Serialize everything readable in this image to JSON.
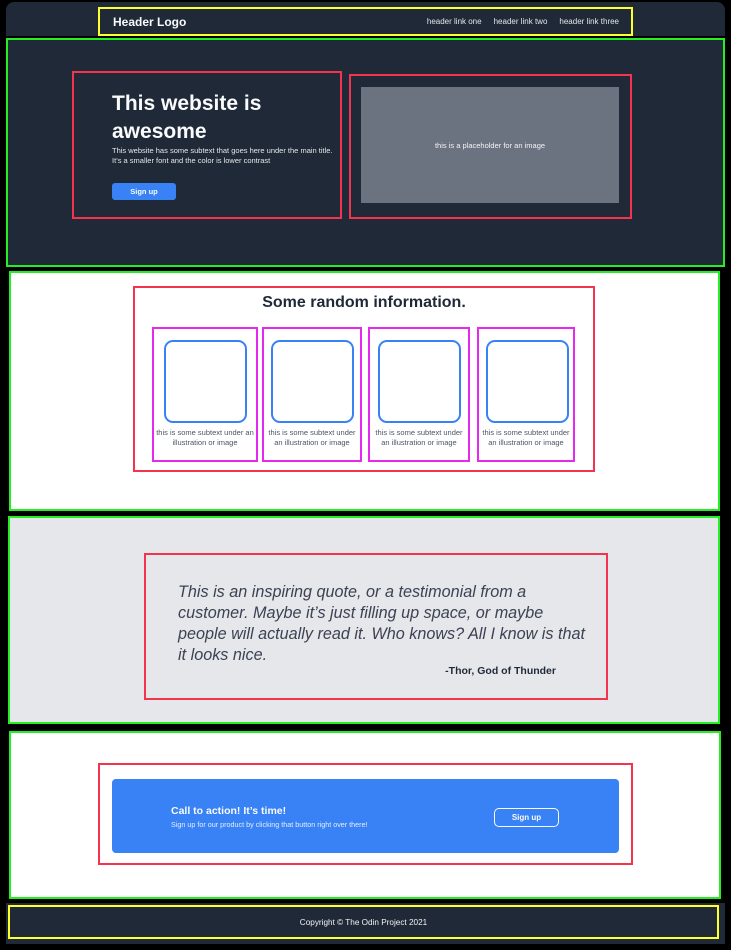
{
  "header": {
    "logo": "Header Logo",
    "links": [
      "header link one",
      "header link two",
      "header link three"
    ]
  },
  "hero": {
    "title": "This website is awesome",
    "subtitle": "This website has some subtext that goes here under the main title.  It’s a smaller font and the color is lower contrast",
    "signup_label": "Sign up",
    "image_placeholder": "this is a placeholder for an image"
  },
  "info": {
    "title": "Some random information.",
    "cards": [
      {
        "text": "this is some subtext under an illustration or image"
      },
      {
        "text": "this is some subtext under an illustration or image"
      },
      {
        "text": "this is some subtext under an illustration or image"
      },
      {
        "text": "this is some subtext under an illustration or image"
      }
    ]
  },
  "quote": {
    "text": "This is an inspiring quote, or a testimonial from a customer.  Maybe it’s just filling up space, or maybe people will actually read it. Who knows?  All I know is that it looks nice.",
    "author": "-Thor, God of Thunder"
  },
  "cta": {
    "title": "Call to action! It’s time!",
    "subtitle": "Sign up for our product by clicking that button right over there!",
    "signup_label": "Sign up"
  },
  "footer": {
    "copyright": "Copyright  ©  The Odin Project 2021"
  },
  "colors": {
    "dark": "#1f2937",
    "accent_blue": "#3882f6",
    "light_gray": "#e5e7eb",
    "outline_yellow": "#ffff2e",
    "outline_green": "#22f022",
    "outline_red": "#f4334f",
    "outline_pink": "#e629ee"
  }
}
